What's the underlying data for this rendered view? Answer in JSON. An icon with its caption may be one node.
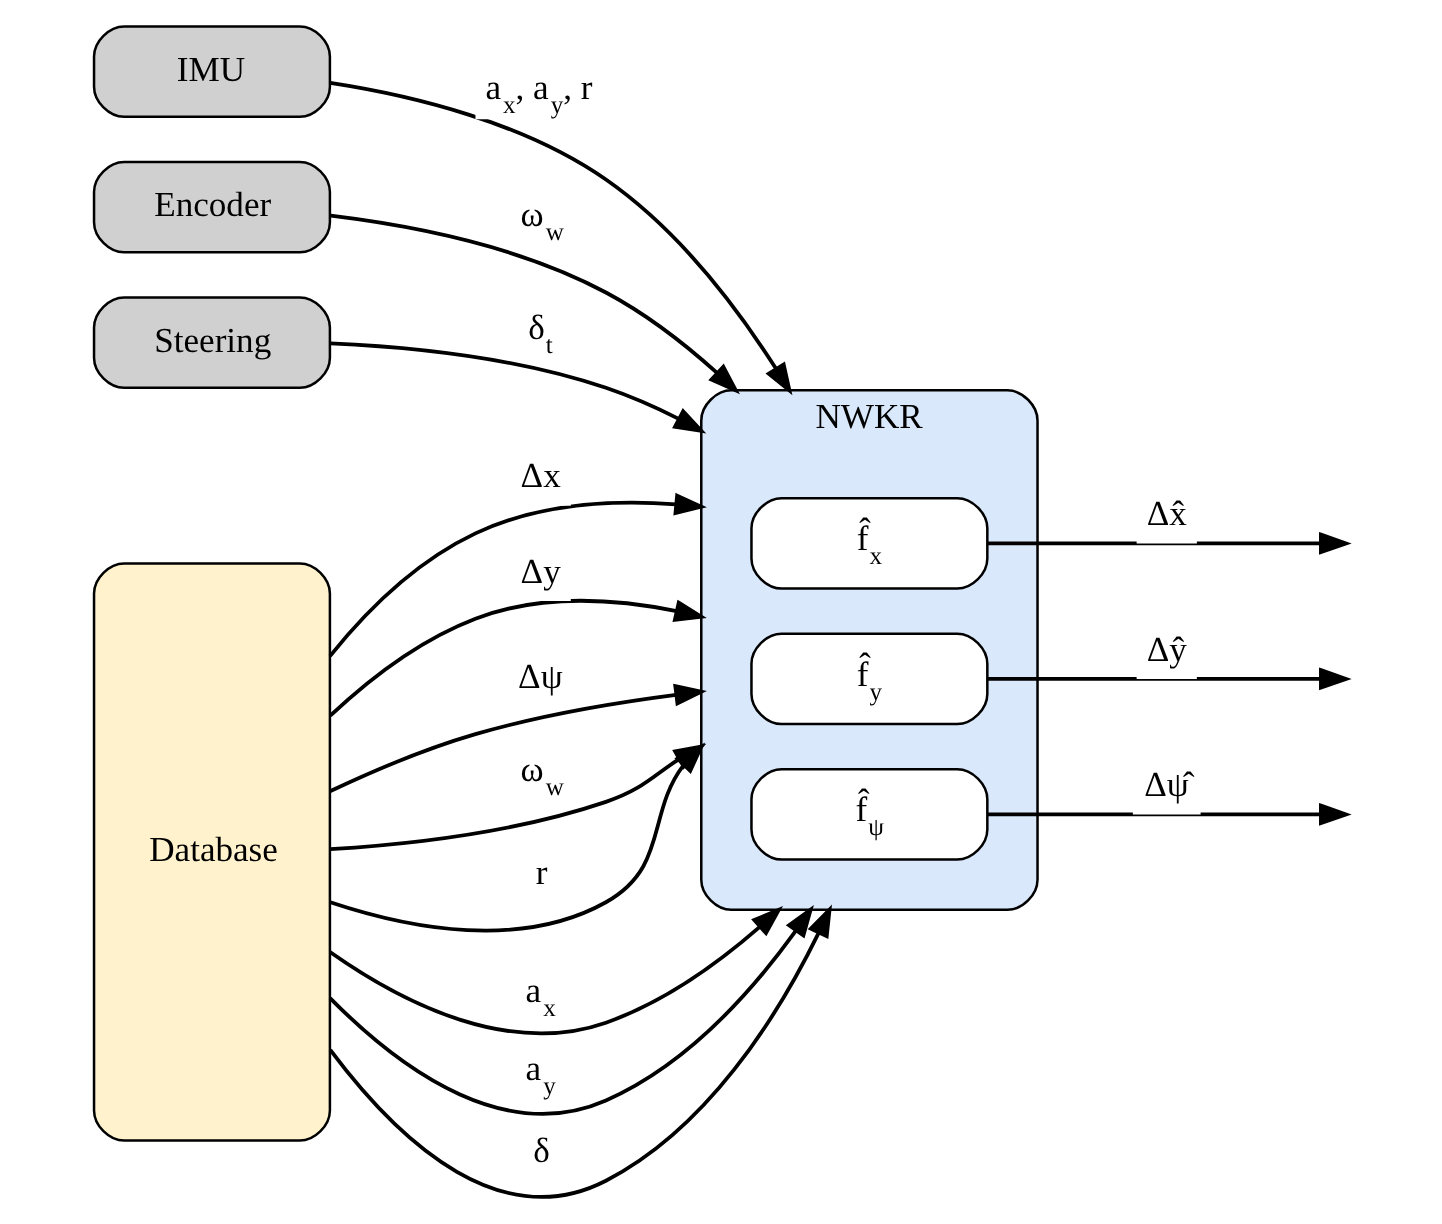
{
  "diagram": {
    "nodes": [
      {
        "text": [
          "IMU"
        ]
      },
      {
        "text": [
          "Encoder"
        ]
      },
      {
        "text": [
          "Steering"
        ]
      },
      {
        "text": [
          "Database"
        ]
      },
      {
        "text": [
          "NWKR"
        ]
      },
      {
        "text": [
          "f̂$_{x}$"
        ],
        "in": 4
      },
      {
        "text": [
          "f̂$_{y}$"
        ],
        "in": 4
      },
      {
        "text": [
          "f̂$_{ψ}$"
        ],
        "in": 4
      }
    ],
    "edges": [
      {
        "from": 0,
        "to": 4,
        "arrow": "to",
        "label": "a$_{x}$, a$_{y}$, r"
      },
      {
        "from": 1,
        "to": 4,
        "arrow": "to",
        "label": "ω$_{w}$"
      },
      {
        "from": 2,
        "to": 4,
        "arrow": "to",
        "label": "δ$_{t}$"
      },
      {
        "from": 3,
        "to": 4,
        "arrow": "to",
        "label": "Δx"
      },
      {
        "from": 3,
        "to": 4,
        "arrow": "to",
        "label": "Δy"
      },
      {
        "from": 3,
        "to": 4,
        "arrow": "to",
        "label": "Δψ"
      },
      {
        "from": 3,
        "to": 4,
        "arrow": "to",
        "label": "ω$_{w}$"
      },
      {
        "from": 3,
        "to": 4,
        "arrow": "to",
        "label": "r"
      },
      {
        "from": 3,
        "to": 4,
        "arrow": "to",
        "label": "a$_{x}$"
      },
      {
        "from": 3,
        "to": 4,
        "arrow": "to",
        "label": "a$_{y}$"
      },
      {
        "from": 3,
        "to": 4,
        "arrow": "to",
        "label": "δ"
      },
      {
        "from": 5,
        "to": null,
        "arrow": "to",
        "label": "Δx̂"
      },
      {
        "from": 6,
        "to": null,
        "arrow": "to",
        "label": "Δŷ"
      },
      {
        "from": 7,
        "to": null,
        "arrow": "to",
        "label": "Δψ̂"
      }
    ]
  }
}
